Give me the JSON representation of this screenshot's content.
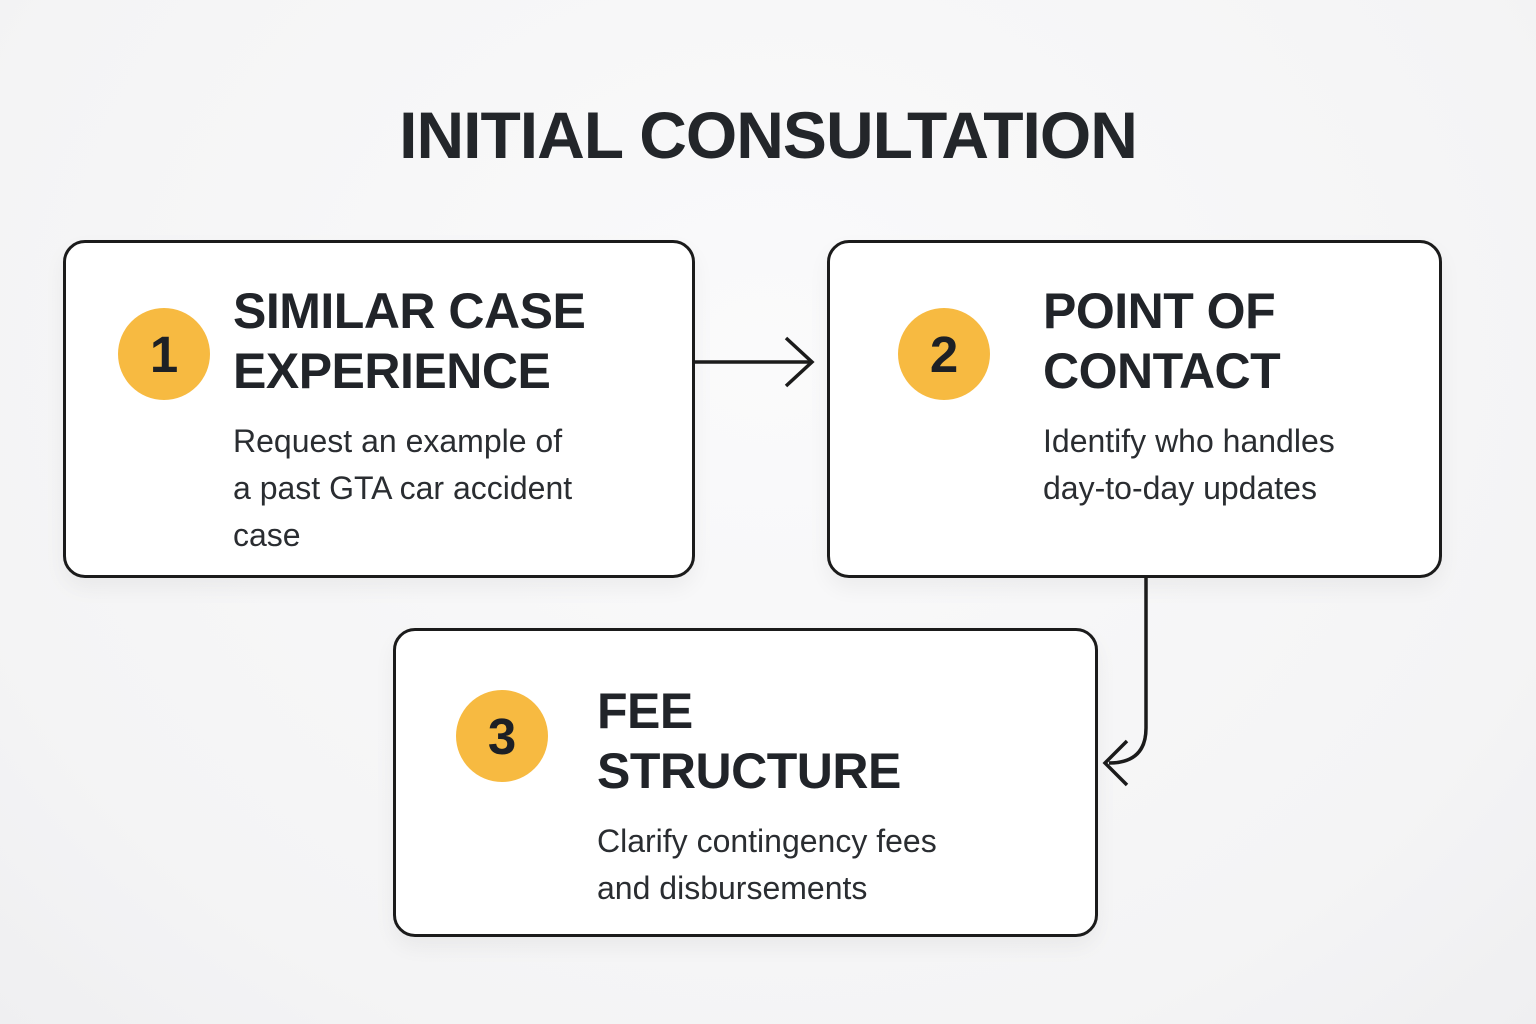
{
  "title": "INITIAL CONSULTATION",
  "steps": [
    {
      "number": "1",
      "heading": "SIMILAR CASE\nEXPERIENCE",
      "description": "Request an example of\na past GTA car accident\ncase"
    },
    {
      "number": "2",
      "heading": "POINT OF\nCONTACT",
      "description": "Identify who handles\nday-to-day updates"
    },
    {
      "number": "3",
      "heading": "FEE\nSTRUCTURE",
      "description": "Clarify contingency fees\nand disbursements"
    }
  ],
  "connectors": [
    {
      "from": "step-1",
      "to": "step-2",
      "style": "straight-right-open-arrow"
    },
    {
      "from": "step-2",
      "to": "step-3",
      "style": "down-then-left-hook-open-arrow"
    }
  ],
  "colors": {
    "background": "#F6F6F7",
    "card_fill": "#FFFFFF",
    "card_border": "#1B1B1B",
    "badge_fill": "#F7BA41",
    "badge_number": "#1D2025",
    "heading_text": "#212429",
    "body_text": "#2A2D31",
    "arrow_stroke": "#1B1B1B"
  }
}
